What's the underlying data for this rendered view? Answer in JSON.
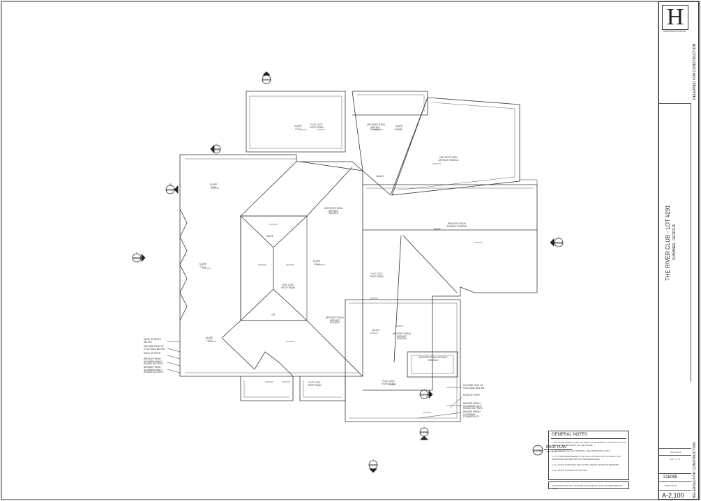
{
  "titleblock": {
    "logo_letter": "H",
    "firm_name": "HARRISON DESIGN",
    "project": "THE RIVER CLUB - LOT #291",
    "location": "SUWANEE, GEORGIA",
    "status": "RELEASED FOR CONSTRUCTION",
    "status_bottom": "RELEASED FOR CONSTRUCTION",
    "date_a": "2021-09-29",
    "scale": "1/4\" = 1'-0\"",
    "job_number": "215085",
    "sheet_title": "ROOF PLAN",
    "sheet_number": "A-2.100"
  },
  "drawing": {
    "title": "ROOF PLAN",
    "title_scale": "SCALE: 1/4\" = 1'-0\"",
    "title_tag_number": "1",
    "title_tag_sheet": "A-2.100"
  },
  "general_notes": {
    "heading": "GENERAL NOTES",
    "items": [
      "1. ALL ROOF VENTS TO BE LOCATED IN THE REAR OF THE ROOF OUT OF VIEW FROM THE FRONT OF THE HOUSE.",
      "2. DO NOT SCALE OFF DRAWING. USE DIMENSIONS ONLY.",
      "3. IT IS THE RESPONSIBILITY OF THE CONTRACTOR TO CHECK THE DRAWINGS AND REPORT ANY DISCREPANCIES.",
      "4. ALL ROOF SURFACES ARE SLOPE UNLESS NOTED OTHERWISE.",
      "5. ALL ROOF FLASHING & GUTTER."
    ],
    "footer": "CONSTRUCTION TO CONFORM TO CODE IRC WITH GA AMENDMENTS (2020)."
  },
  "section_tags": [
    {
      "num": "1",
      "sheet": "A-3.000"
    },
    {
      "num": "1",
      "sheet": "A-3.100"
    },
    {
      "num": "1B",
      "sheet": "A-3.100"
    },
    {
      "num": "4",
      "sheet": "A-3.000"
    },
    {
      "num": "2",
      "sheet": "A-3.000"
    },
    {
      "num": "1",
      "sheet": "A-4.100"
    },
    {
      "num": "1",
      "sheet": "A-3.100"
    },
    {
      "num": "1",
      "sheet": "A-3.000"
    }
  ],
  "roof_labels": {
    "slope": "SLOPE 12:12",
    "shingle": "ARCHITECTURAL ASPHALT SHINGLE",
    "flat": "FLAT LOCK ROOF SEAM",
    "ridge": "RIDGE",
    "valley": "VALLEY",
    "hip": "HIP"
  },
  "callouts": {
    "left": [
      "EDGE OF BRICK BELOW",
      "OUTSIDE FACE OF STUD WALL BELOW",
      "EDGE OF ROOF",
      "BRONZE FINISH ALUMINUM HALF-ROUND GUTTERS",
      "BRONZE FINISH ALUMINUM HALF-ROUND GUTTERS"
    ],
    "right": [
      "OUTSIDE FACE OF STUD WALL BELOW",
      "EDGE OF ROOF",
      "BRONZE FINISH ALUMINUM HALF-ROUND GUTTERS",
      "BRONZE FINISH ALUMINUM DOWNSPOUTS"
    ]
  }
}
